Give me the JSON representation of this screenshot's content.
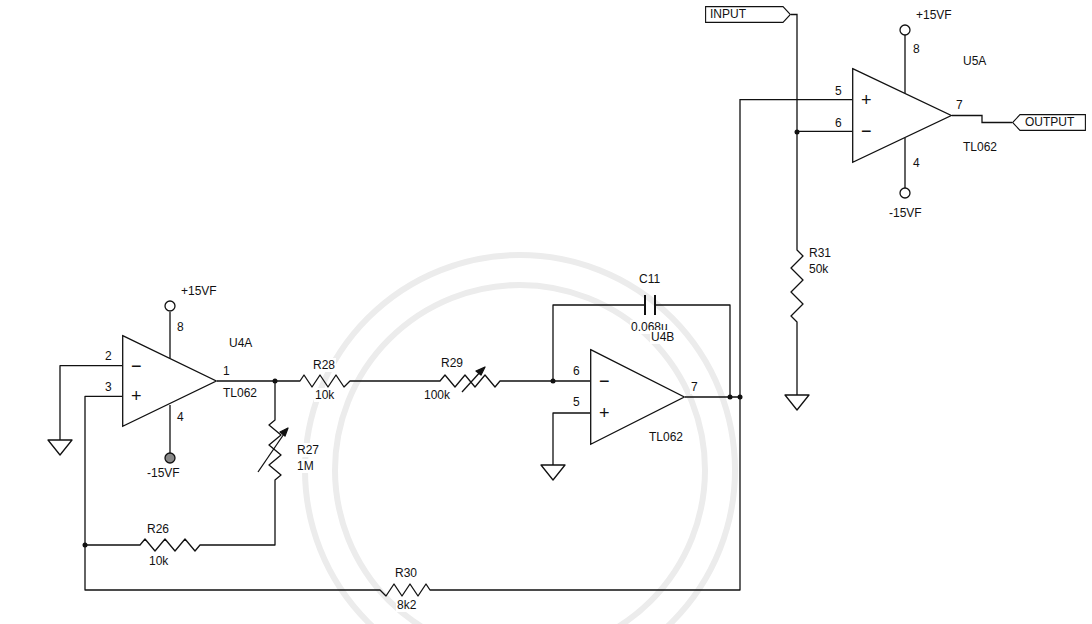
{
  "diagram": {
    "nodes": [
      {
        "text": [
          "INPUT"
        ]
      },
      {
        "text": [
          "+",
          "−"
        ]
      },
      {
        "text": [
          "OUTPUT"
        ]
      },
      {
        "text": [
          "−",
          "+"
        ]
      },
      {
        "text": [
          "−",
          "+"
        ]
      }
    ],
    "edges": [
      {
        "from": 0,
        "to": 1,
        "arrow": "none"
      },
      {
        "from": 1,
        "to": 2,
        "arrow": "none"
      },
      {
        "from": 4,
        "to": 1,
        "arrow": "none"
      }
    ],
    "labels": [
      "+15VF",
      "8",
      "U5A",
      "5",
      "6",
      "7",
      "TL062",
      "4",
      "-15VF",
      "+15VF",
      "8",
      "U4A",
      "2",
      "3",
      "1",
      "TL062",
      "4",
      "-15VF",
      "R28",
      "10k",
      "R29",
      "100k",
      "C11",
      "0.068u",
      "6",
      "5",
      "U4B",
      "7",
      "TL062",
      "R31",
      "50k",
      "R27",
      "1M",
      "R26",
      "10k",
      "R30",
      "8k2"
    ]
  }
}
